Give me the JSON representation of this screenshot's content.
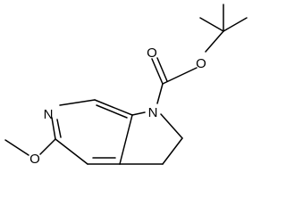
{
  "molecule": {
    "atoms": {
      "ring_nitrogen": "N",
      "pyrrolidine_nitrogen": "N",
      "carbonyl_oxygen": "O",
      "ester_oxygen": "O",
      "methoxy_oxygen": "O"
    }
  },
  "colors": {
    "bond": "#000000",
    "label": "#000000",
    "background": "#ffffff"
  }
}
